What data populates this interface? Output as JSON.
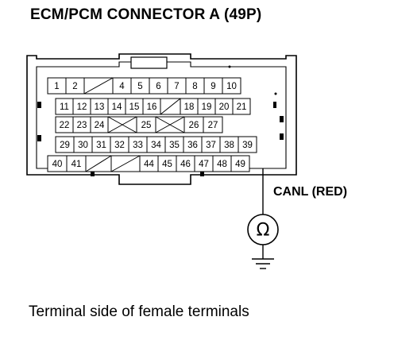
{
  "title": "ECM/PCM CONNECTOR A (49P)",
  "caption": "Terminal side of female terminals",
  "probe_label": "CANL (RED)",
  "meter_symbol": "Ω",
  "meter_icon": "ohmmeter-icon",
  "ground_icon": "ground-icon",
  "selected_terminal": "49",
  "connector": {
    "rows": [
      [
        "1",
        "2",
        "",
        "4",
        "5",
        "6",
        "7",
        "8",
        "9",
        "10"
      ],
      [
        "11",
        "12",
        "13",
        "14",
        "15",
        "16",
        "",
        "18",
        "19",
        "20",
        "21"
      ],
      [
        "22",
        "23",
        "24",
        "",
        "25",
        "",
        "26",
        "27"
      ],
      [
        "29",
        "30",
        "31",
        "32",
        "33",
        "34",
        "35",
        "36",
        "37",
        "38",
        "39"
      ],
      [
        "40",
        "41",
        "",
        "",
        "44",
        "45",
        "46",
        "47",
        "48",
        "49"
      ]
    ]
  }
}
